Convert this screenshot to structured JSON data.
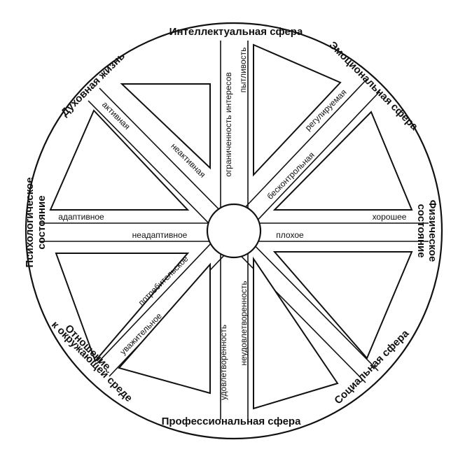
{
  "spheres": {
    "intellectual": "Интеллектуальная сфера",
    "emotional": "Эмоциональная сфера",
    "physical_line1": "Физическое",
    "physical_line2": "состояние",
    "social": "Социальная сфера",
    "professional": "Профессиональная сфера",
    "environment_line1": "Отношение",
    "environment_line2": "к окружающей среде",
    "psychological_line1": "Психологическое",
    "psychological_line2": "состояние",
    "spiritual": "Духовная жизнь"
  },
  "spokes": {
    "curiosity": "пытливость",
    "limited_interests": "ограниченность интересов",
    "regulated": "регулируемая",
    "uncontrolled": "бесконтрольная",
    "good": "хорошее",
    "bad": "плохое",
    "dissatisfaction": "неудовлетворенность",
    "satisfaction": "удовлетворенность",
    "respectful": "уважительное",
    "consumerist": "потребительское",
    "adaptive": "адаптивное",
    "maladaptive": "неадаптивное",
    "active": "активная",
    "inactive": "неактивная"
  },
  "colors": {
    "ink": "#111111",
    "paper": "#ffffff"
  }
}
